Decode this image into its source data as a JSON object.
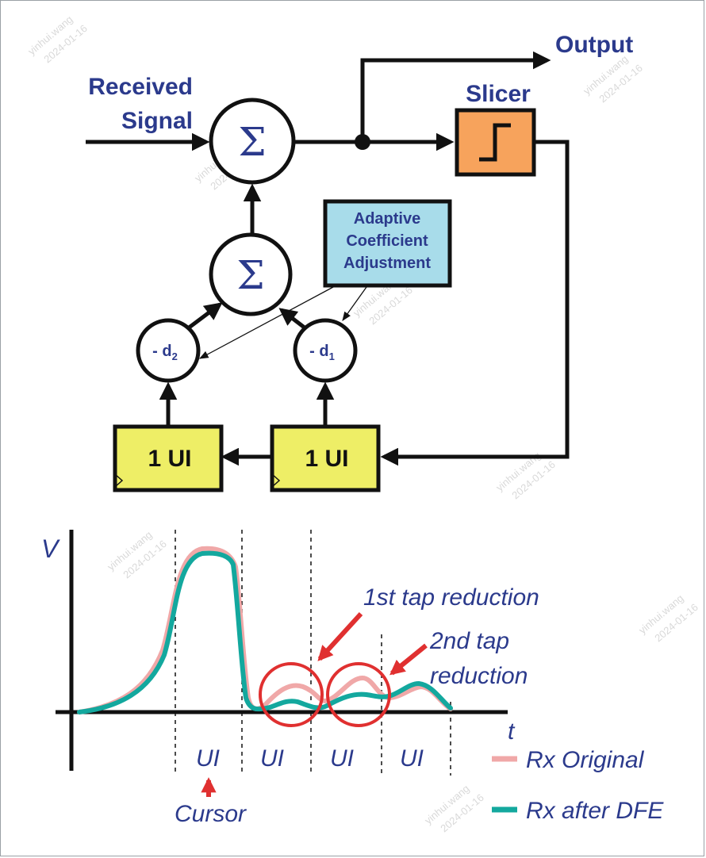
{
  "diagram": {
    "received_signal_line1": "Received",
    "received_signal_line2": "Signal",
    "output_label": "Output",
    "slicer_label": "Slicer",
    "sigma_symbol": "Σ",
    "adaptive_line1": "Adaptive",
    "adaptive_line2": "Coefficient",
    "adaptive_line3": "Adjustment",
    "tap2_label": "- d",
    "tap2_sub": "2",
    "tap1_label": "- d",
    "tap1_sub": "1",
    "delay_label": "1 UI"
  },
  "waveform": {
    "v_axis_label": "V",
    "t_axis_label": "t",
    "ui_label": "UI",
    "cursor_label": "Cursor",
    "first_tap_label": "1st tap reduction",
    "second_tap_line1": "2nd tap",
    "second_tap_line2": "reduction",
    "legend": [
      {
        "label": "Rx Original",
        "color": "#f0a8a8"
      },
      {
        "label": "Rx after DFE",
        "color": "#13a89e"
      }
    ]
  },
  "watermark": {
    "name": "yinhui.wang",
    "date": "2024-01-16"
  },
  "colors": {
    "navy": "#2b3a8c",
    "slicer_fill": "#f7a35c",
    "adaptive_fill": "#a8dcea",
    "delay_fill": "#eeee66",
    "highlight_red": "#e03030"
  }
}
